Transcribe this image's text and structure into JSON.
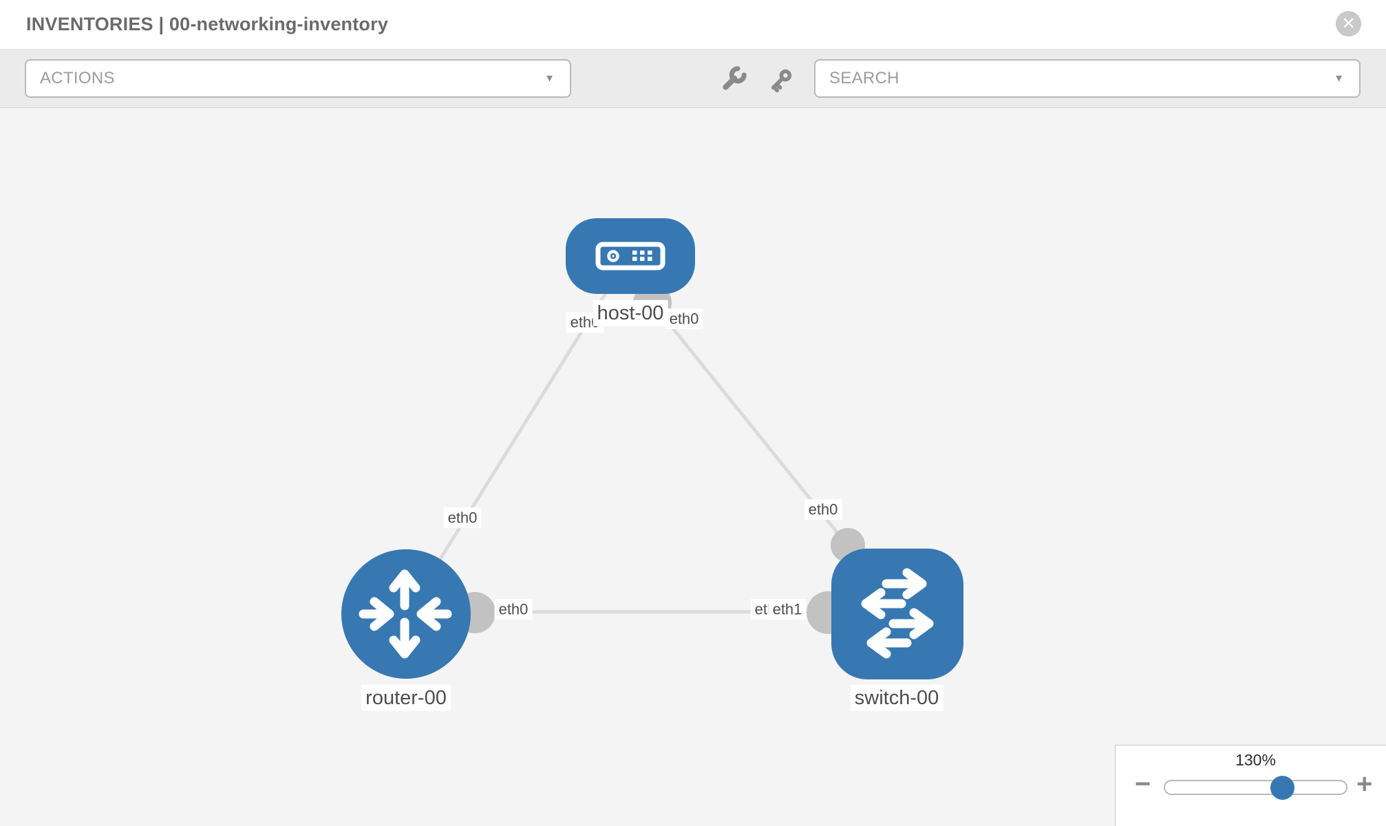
{
  "header": {
    "title": "INVENTORIES | 00-networking-inventory"
  },
  "glyphs": {
    "close": "✕",
    "caret_down": "▼",
    "minus": "−",
    "plus": "+"
  },
  "toolbar": {
    "actions": {
      "label": "ACTIONS"
    },
    "tools": [
      {
        "icon": "wrench-icon"
      },
      {
        "icon": "key-icon"
      }
    ],
    "search": {
      "label": "SEARCH"
    }
  },
  "topology": {
    "nodes": [
      {
        "name": "host-00",
        "type": "host",
        "icon": "server-icon"
      },
      {
        "name": "router-00",
        "type": "router",
        "icon": "router-arrows-icon"
      },
      {
        "name": "switch-00",
        "type": "switch",
        "icon": "switch-arrows-icon"
      }
    ],
    "links": [
      {
        "from": "router-00",
        "from_interface": "eth0",
        "to": "host-00",
        "to_interface": "eth0"
      },
      {
        "from": "host-00",
        "from_interface": "eth0",
        "to": "switch-00",
        "to_interface": "eth0"
      },
      {
        "from": "router-00",
        "from_interface": "eth0",
        "to": "switch-00",
        "to_interface": "eth1",
        "occluded_label": "eth0"
      }
    ]
  },
  "zoom": {
    "level": "130%"
  },
  "colors": {
    "node_blue": "#3778b2",
    "port_gray": "#c2c2c2",
    "link_gray": "#dbdbdb",
    "thumb_blue": "#3778b2"
  }
}
